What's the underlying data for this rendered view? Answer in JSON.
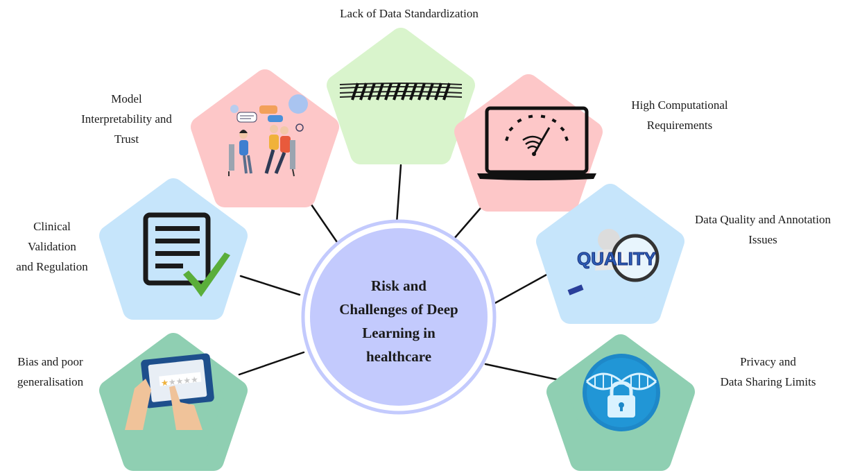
{
  "center": {
    "title": "Risk and\nChallenges of Deep\nLearning in\nhealthcare"
  },
  "nodes": [
    {
      "id": "standardization",
      "label": "Lack of Data Standardization",
      "icon": "railway-track-icon",
      "color": "#d9f4cc"
    },
    {
      "id": "interpretability",
      "label": "Model\nInterpretability and\nTrust",
      "icon": "people-conversation-icon",
      "color": "#fdc7c8"
    },
    {
      "id": "computational",
      "label": "High Computational\nRequirements",
      "icon": "laptop-gauge-icon",
      "color": "#fdc7c8"
    },
    {
      "id": "validation",
      "label": "Clinical\nValidation\nand Regulation",
      "icon": "document-checkmark-icon",
      "color": "#c6e5fb"
    },
    {
      "id": "quality",
      "label": "Data Quality and Annotation\nIssues",
      "icon": "quality-magnifier-icon",
      "color": "#c6e5fb"
    },
    {
      "id": "bias",
      "label": "Bias and poor\ngeneralisation",
      "icon": "tablet-rating-icon",
      "color": "#8fcfb2"
    },
    {
      "id": "privacy",
      "label": "Privacy and\nData Sharing Limits",
      "icon": "dna-lock-icon",
      "color": "#8fcfb2"
    }
  ],
  "colors": {
    "center_fill": "#c3cafd",
    "center_ring": "#c3cafd",
    "connector": "#111111"
  }
}
